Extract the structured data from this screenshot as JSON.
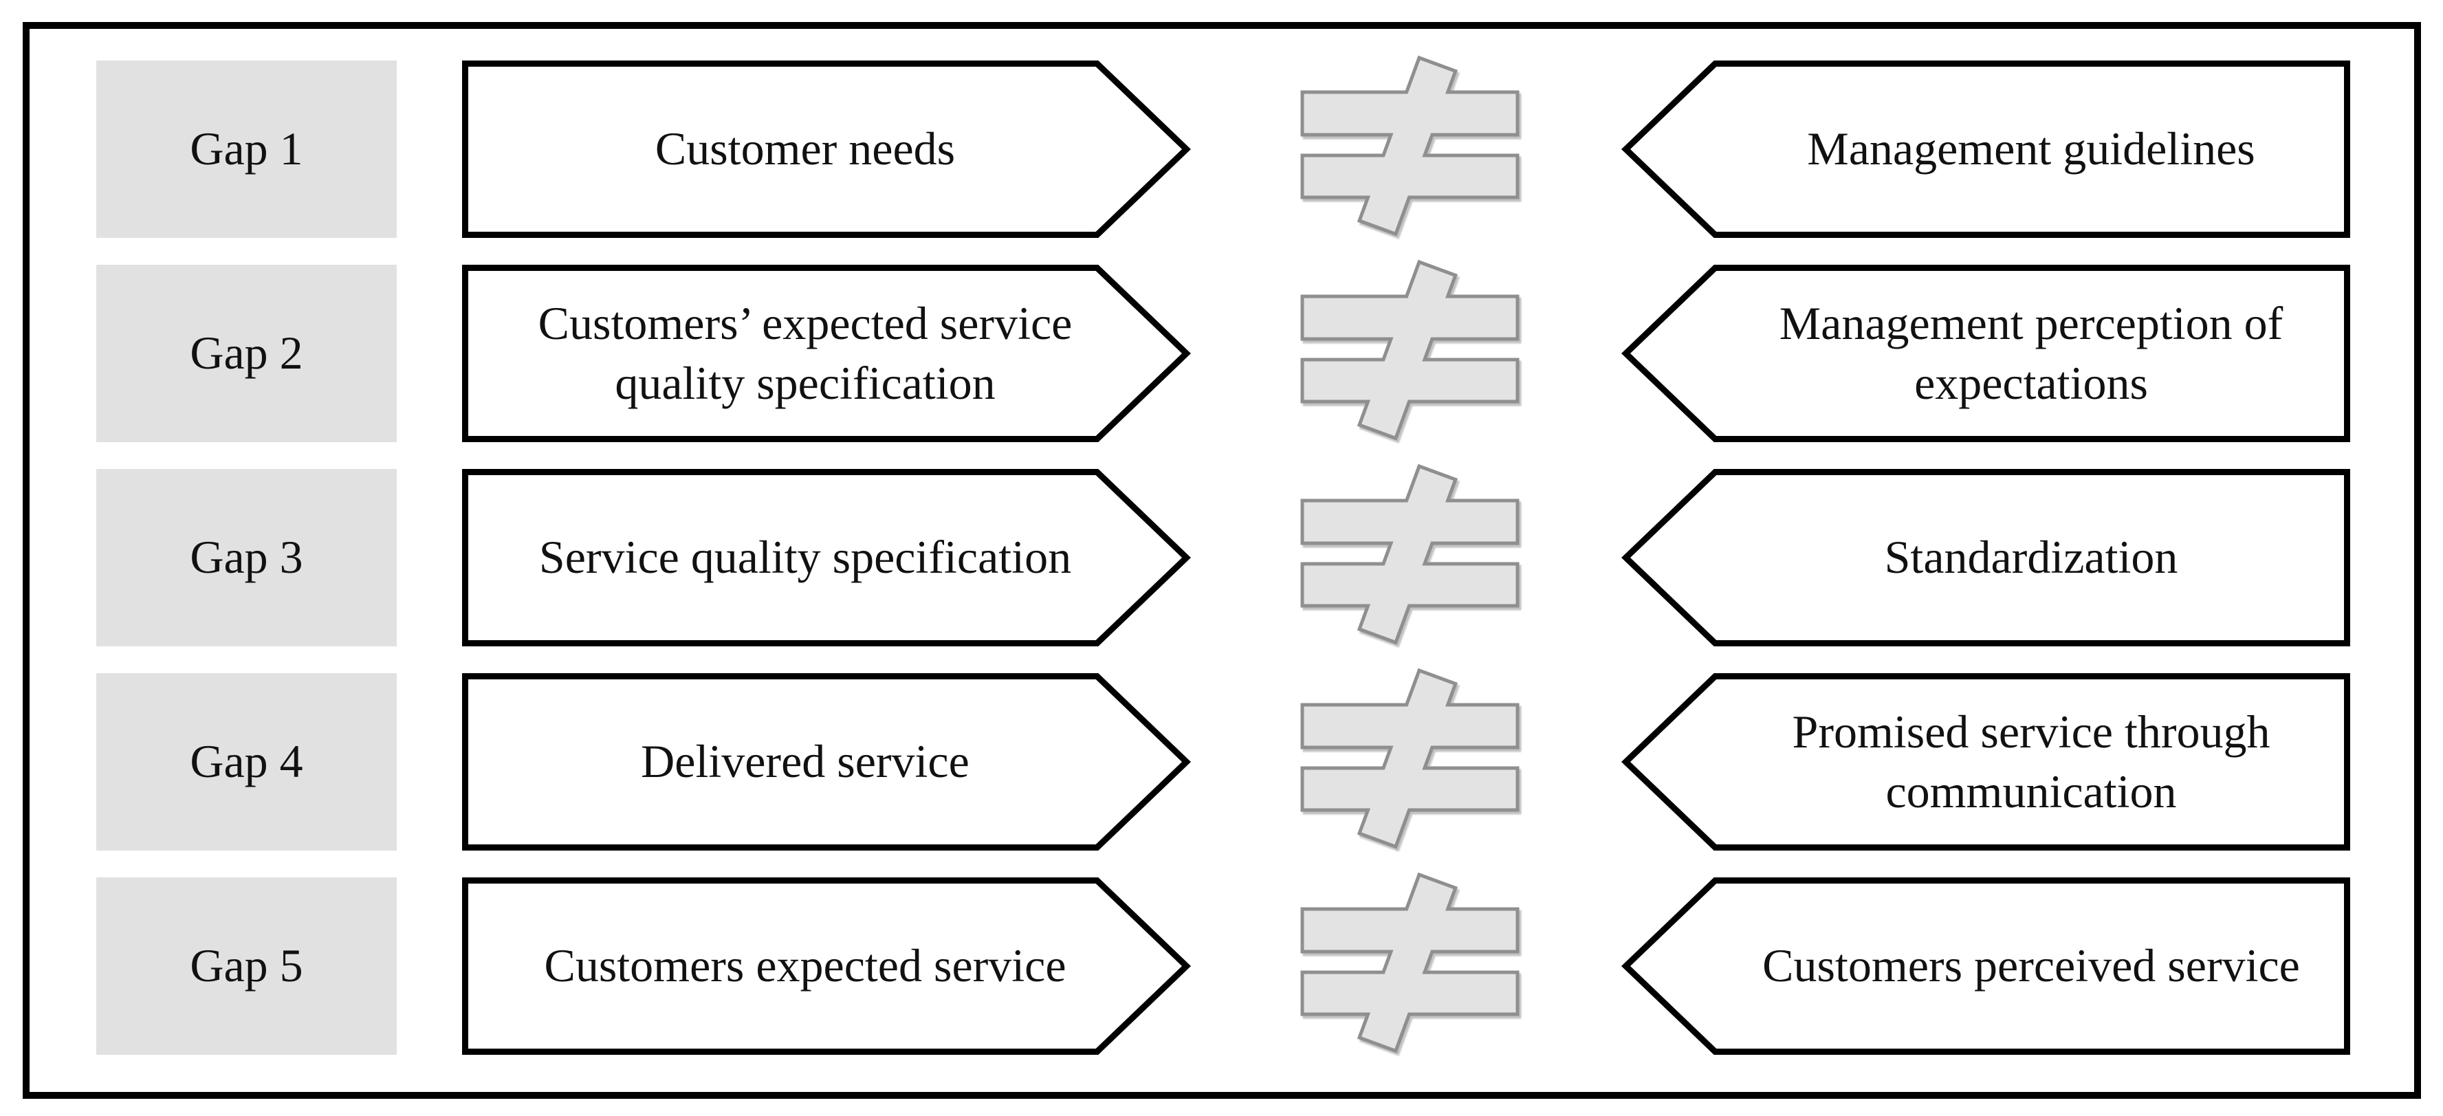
{
  "figure": {
    "description": "Service quality gap diagram with five gaps, each showing two mismatched concepts joined by a not-equal symbol",
    "not_equal_symbol": "not-equal-icon"
  },
  "colors": {
    "background": "#ffffff",
    "frame_border": "#000000",
    "label_fill": "#e1e1e1",
    "shape_fill": "#ffffff",
    "shape_border": "#000000",
    "neq_fill": "#e3e3e3",
    "neq_border": "#8f8f8f",
    "text": "#111111"
  },
  "rows": [
    {
      "gap_label": "Gap 1",
      "left_lines": [
        "Customer needs"
      ],
      "right_lines": [
        "Management guidelines"
      ]
    },
    {
      "gap_label": "Gap 2",
      "left_lines": [
        "Customers’ expected service",
        "quality specification"
      ],
      "right_lines": [
        "Management perception of",
        "expectations"
      ]
    },
    {
      "gap_label": "Gap 3",
      "left_lines": [
        "Service quality specification"
      ],
      "right_lines": [
        "Standardization"
      ]
    },
    {
      "gap_label": "Gap 4",
      "left_lines": [
        "Delivered service"
      ],
      "right_lines": [
        "Promised service through",
        "communication"
      ]
    },
    {
      "gap_label": "Gap 5",
      "left_lines": [
        "Customers expected service"
      ],
      "right_lines": [
        "Customers perceived service"
      ]
    }
  ]
}
